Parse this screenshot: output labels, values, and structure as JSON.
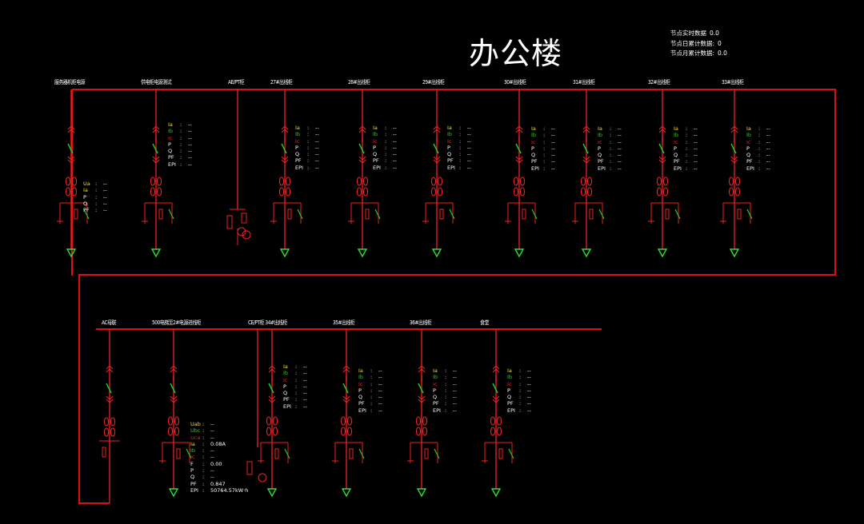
{
  "title": "办公楼",
  "stats": [
    {
      "label": "节点实时数据",
      "value": "0.0"
    },
    {
      "label": "节点日累计数据:",
      "value": "0"
    },
    {
      "label": "节点月累计数据:",
      "value": "0.0"
    }
  ],
  "colors": {
    "bus": "#dd1111",
    "device": "#ee2222",
    "switch": "#22cc22",
    "ground": "#33dd33",
    "phase_a": "#f2e21a",
    "phase_b": "#33cc33",
    "phase_c": "#ee2222",
    "text": "#ffffff"
  },
  "rows": [
    {
      "feeders": [
        {
          "label": "服务器机柜电源",
          "params": [
            {
              "key": "Ua",
              "value": "--",
              "color": "phase_a"
            },
            {
              "key": "Ia",
              "value": "--",
              "color": "phase_a"
            },
            {
              "key": "P",
              "value": "--",
              "color": "text"
            },
            {
              "key": "Q",
              "value": "--",
              "color": "text"
            },
            {
              "key": "PF",
              "value": "--",
              "color": "text"
            }
          ]
        },
        {
          "label": "供电柜电源测试",
          "params": [
            {
              "key": "Ia",
              "value": "--",
              "color": "phase_a"
            },
            {
              "key": "Ib",
              "value": "--",
              "color": "phase_b"
            },
            {
              "key": "Ic",
              "value": "--",
              "color": "phase_c"
            },
            {
              "key": "P",
              "value": "--",
              "color": "text"
            },
            {
              "key": "Q",
              "value": "--",
              "color": "text"
            },
            {
              "key": "PF",
              "value": "--",
              "color": "text"
            },
            {
              "key": "EPI",
              "value": "--",
              "color": "text"
            }
          ]
        },
        {
          "label": "AE/PT柜",
          "params": []
        },
        {
          "label": "27#出线柜",
          "params": [
            {
              "key": "Ia",
              "value": "--",
              "color": "phase_a"
            },
            {
              "key": "Ib",
              "value": "--",
              "color": "phase_b"
            },
            {
              "key": "Ic",
              "value": "--",
              "color": "phase_c"
            },
            {
              "key": "P",
              "value": "--",
              "color": "text"
            },
            {
              "key": "Q",
              "value": "--",
              "color": "text"
            },
            {
              "key": "PF",
              "value": "--",
              "color": "text"
            },
            {
              "key": "EPI",
              "value": "--",
              "color": "text"
            }
          ]
        },
        {
          "label": "28#出线柜",
          "params": [
            {
              "key": "Ia",
              "value": "--",
              "color": "phase_a"
            },
            {
              "key": "Ib",
              "value": "--",
              "color": "phase_b"
            },
            {
              "key": "Ic",
              "value": "--",
              "color": "phase_c"
            },
            {
              "key": "P",
              "value": "--",
              "color": "text"
            },
            {
              "key": "Q",
              "value": "--",
              "color": "text"
            },
            {
              "key": "PF",
              "value": "--",
              "color": "text"
            },
            {
              "key": "EPI",
              "value": "--",
              "color": "text"
            }
          ]
        },
        {
          "label": "29#出线柜",
          "params": [
            {
              "key": "Ia",
              "value": "--",
              "color": "phase_a"
            },
            {
              "key": "Ib",
              "value": "--",
              "color": "phase_b"
            },
            {
              "key": "Ic",
              "value": "--",
              "color": "phase_c"
            },
            {
              "key": "P",
              "value": "--",
              "color": "text"
            },
            {
              "key": "Q",
              "value": "--",
              "color": "text"
            },
            {
              "key": "PF",
              "value": "--",
              "color": "text"
            },
            {
              "key": "EPI",
              "value": "--",
              "color": "text"
            }
          ]
        },
        {
          "label": "30#出线柜",
          "params": [
            {
              "key": "Ia",
              "value": "--",
              "color": "phase_a"
            },
            {
              "key": "Ib",
              "value": "--",
              "color": "phase_b"
            },
            {
              "key": "Ic",
              "value": "--",
              "color": "phase_c"
            },
            {
              "key": "P",
              "value": "--",
              "color": "text"
            },
            {
              "key": "Q",
              "value": "--",
              "color": "text"
            },
            {
              "key": "PF",
              "value": "--",
              "color": "text"
            },
            {
              "key": "EPI",
              "value": "--",
              "color": "text"
            }
          ]
        },
        {
          "label": "31#出线柜",
          "params": [
            {
              "key": "Ia",
              "value": "--",
              "color": "phase_a"
            },
            {
              "key": "Ib",
              "value": "--",
              "color": "phase_b"
            },
            {
              "key": "Ic",
              "value": "--",
              "color": "phase_c"
            },
            {
              "key": "P",
              "value": "--",
              "color": "text"
            },
            {
              "key": "Q",
              "value": "--",
              "color": "text"
            },
            {
              "key": "PF",
              "value": "--",
              "color": "text"
            },
            {
              "key": "EPI",
              "value": "--",
              "color": "text"
            }
          ]
        },
        {
          "label": "32#出线柜",
          "params": [
            {
              "key": "Ia",
              "value": "--",
              "color": "phase_a"
            },
            {
              "key": "Ib",
              "value": "--",
              "color": "phase_b"
            },
            {
              "key": "Ic",
              "value": "--",
              "color": "phase_c"
            },
            {
              "key": "P",
              "value": "--",
              "color": "text"
            },
            {
              "key": "Q",
              "value": "--",
              "color": "text"
            },
            {
              "key": "PF",
              "value": "--",
              "color": "text"
            },
            {
              "key": "EPI",
              "value": "--",
              "color": "text"
            }
          ]
        },
        {
          "label": "33#出线柜",
          "params": [
            {
              "key": "Ia",
              "value": "--",
              "color": "phase_a"
            },
            {
              "key": "Ib",
              "value": "--",
              "color": "phase_b"
            },
            {
              "key": "Ic",
              "value": "--",
              "color": "phase_c"
            },
            {
              "key": "P",
              "value": "--",
              "color": "text"
            },
            {
              "key": "Q",
              "value": "--",
              "color": "text"
            },
            {
              "key": "PF",
              "value": "--",
              "color": "text"
            },
            {
              "key": "EPI",
              "value": "--",
              "color": "text"
            }
          ]
        }
      ]
    },
    {
      "feeders": [
        {
          "label": "AC母联",
          "params": []
        },
        {
          "label": "500电梯至2#电源进线柜",
          "params": [
            {
              "key": "Uab",
              "value": "--",
              "color": "phase_a"
            },
            {
              "key": "Ubc",
              "value": "--",
              "color": "phase_b"
            },
            {
              "key": "Uca",
              "value": "--",
              "color": "phase_c"
            },
            {
              "key": "Ia",
              "value": "0.08A",
              "color": "phase_a"
            },
            {
              "key": "Ib",
              "value": "--",
              "color": "phase_b"
            },
            {
              "key": "Ic",
              "value": "--",
              "color": "phase_c"
            },
            {
              "key": "F",
              "value": "0.00",
              "color": "text"
            },
            {
              "key": "P",
              "value": "--",
              "color": "text"
            },
            {
              "key": "Q",
              "value": "--",
              "color": "text"
            },
            {
              "key": "PF",
              "value": "0.847",
              "color": "text"
            },
            {
              "key": "EPI",
              "value": "50764.57kW·h",
              "color": "text"
            }
          ]
        },
        {
          "label": "CE/PT柜 34#出线柜",
          "params": [
            {
              "key": "Ia",
              "value": "--",
              "color": "phase_a"
            },
            {
              "key": "Ib",
              "value": "--",
              "color": "phase_b"
            },
            {
              "key": "Ic",
              "value": "--",
              "color": "phase_c"
            },
            {
              "key": "P",
              "value": "--",
              "color": "text"
            },
            {
              "key": "Q",
              "value": "--",
              "color": "text"
            },
            {
              "key": "PF",
              "value": "--",
              "color": "text"
            },
            {
              "key": "EPI",
              "value": "--",
              "color": "text"
            }
          ]
        },
        {
          "label": "35#出线柜",
          "params": [
            {
              "key": "Ia",
              "value": "--",
              "color": "phase_a"
            },
            {
              "key": "Ib",
              "value": "--",
              "color": "phase_b"
            },
            {
              "key": "Ic",
              "value": "--",
              "color": "phase_c"
            },
            {
              "key": "P",
              "value": "--",
              "color": "text"
            },
            {
              "key": "Q",
              "value": "--",
              "color": "text"
            },
            {
              "key": "PF",
              "value": "--",
              "color": "text"
            },
            {
              "key": "EPI",
              "value": "--",
              "color": "text"
            }
          ]
        },
        {
          "label": "36#出线柜",
          "params": [
            {
              "key": "Ia",
              "value": "--",
              "color": "phase_a"
            },
            {
              "key": "Ib",
              "value": "--",
              "color": "phase_b"
            },
            {
              "key": "Ic",
              "value": "--",
              "color": "phase_c"
            },
            {
              "key": "P",
              "value": "--",
              "color": "text"
            },
            {
              "key": "Q",
              "value": "--",
              "color": "text"
            },
            {
              "key": "PF",
              "value": "--",
              "color": "text"
            },
            {
              "key": "EPI",
              "value": "--",
              "color": "text"
            }
          ]
        },
        {
          "label": "食堂",
          "params": [
            {
              "key": "Ia",
              "value": "--",
              "color": "phase_a"
            },
            {
              "key": "Ib",
              "value": "--",
              "color": "phase_b"
            },
            {
              "key": "Ic",
              "value": "--",
              "color": "phase_c"
            },
            {
              "key": "P",
              "value": "--",
              "color": "text"
            },
            {
              "key": "Q",
              "value": "--",
              "color": "text"
            },
            {
              "key": "PF",
              "value": "--",
              "color": "text"
            },
            {
              "key": "EPI",
              "value": "--",
              "color": "text"
            }
          ]
        }
      ]
    }
  ]
}
